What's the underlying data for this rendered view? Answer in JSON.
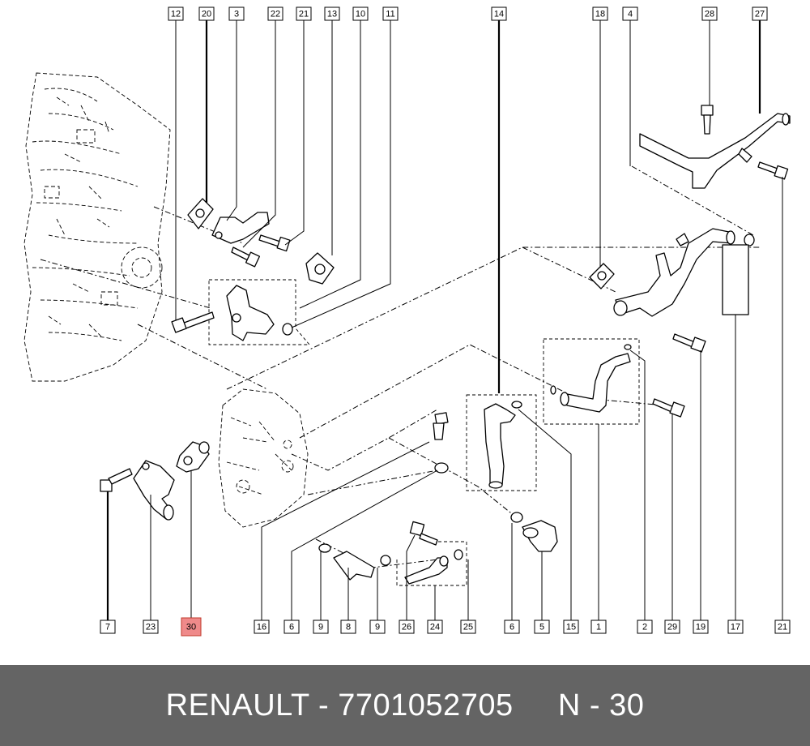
{
  "footer": {
    "caption": "RENAULT - 7701052705     N - 30"
  },
  "colors": {
    "highlight": "#ef8a8a",
    "footer_bg": "#646464",
    "footer_text": "#ffffff"
  },
  "callouts_top": [
    "12",
    "20",
    "3",
    "22",
    "21",
    "13",
    "10",
    "11",
    "14",
    "18",
    "4",
    "28",
    "27"
  ],
  "callouts_bottom": [
    "7",
    "23",
    "30",
    "16",
    "6",
    "9",
    "8",
    "9",
    "26",
    "24",
    "25",
    "6",
    "5",
    "15",
    "1",
    "2",
    "29",
    "19",
    "17",
    "21"
  ],
  "highlighted_callout": "30"
}
